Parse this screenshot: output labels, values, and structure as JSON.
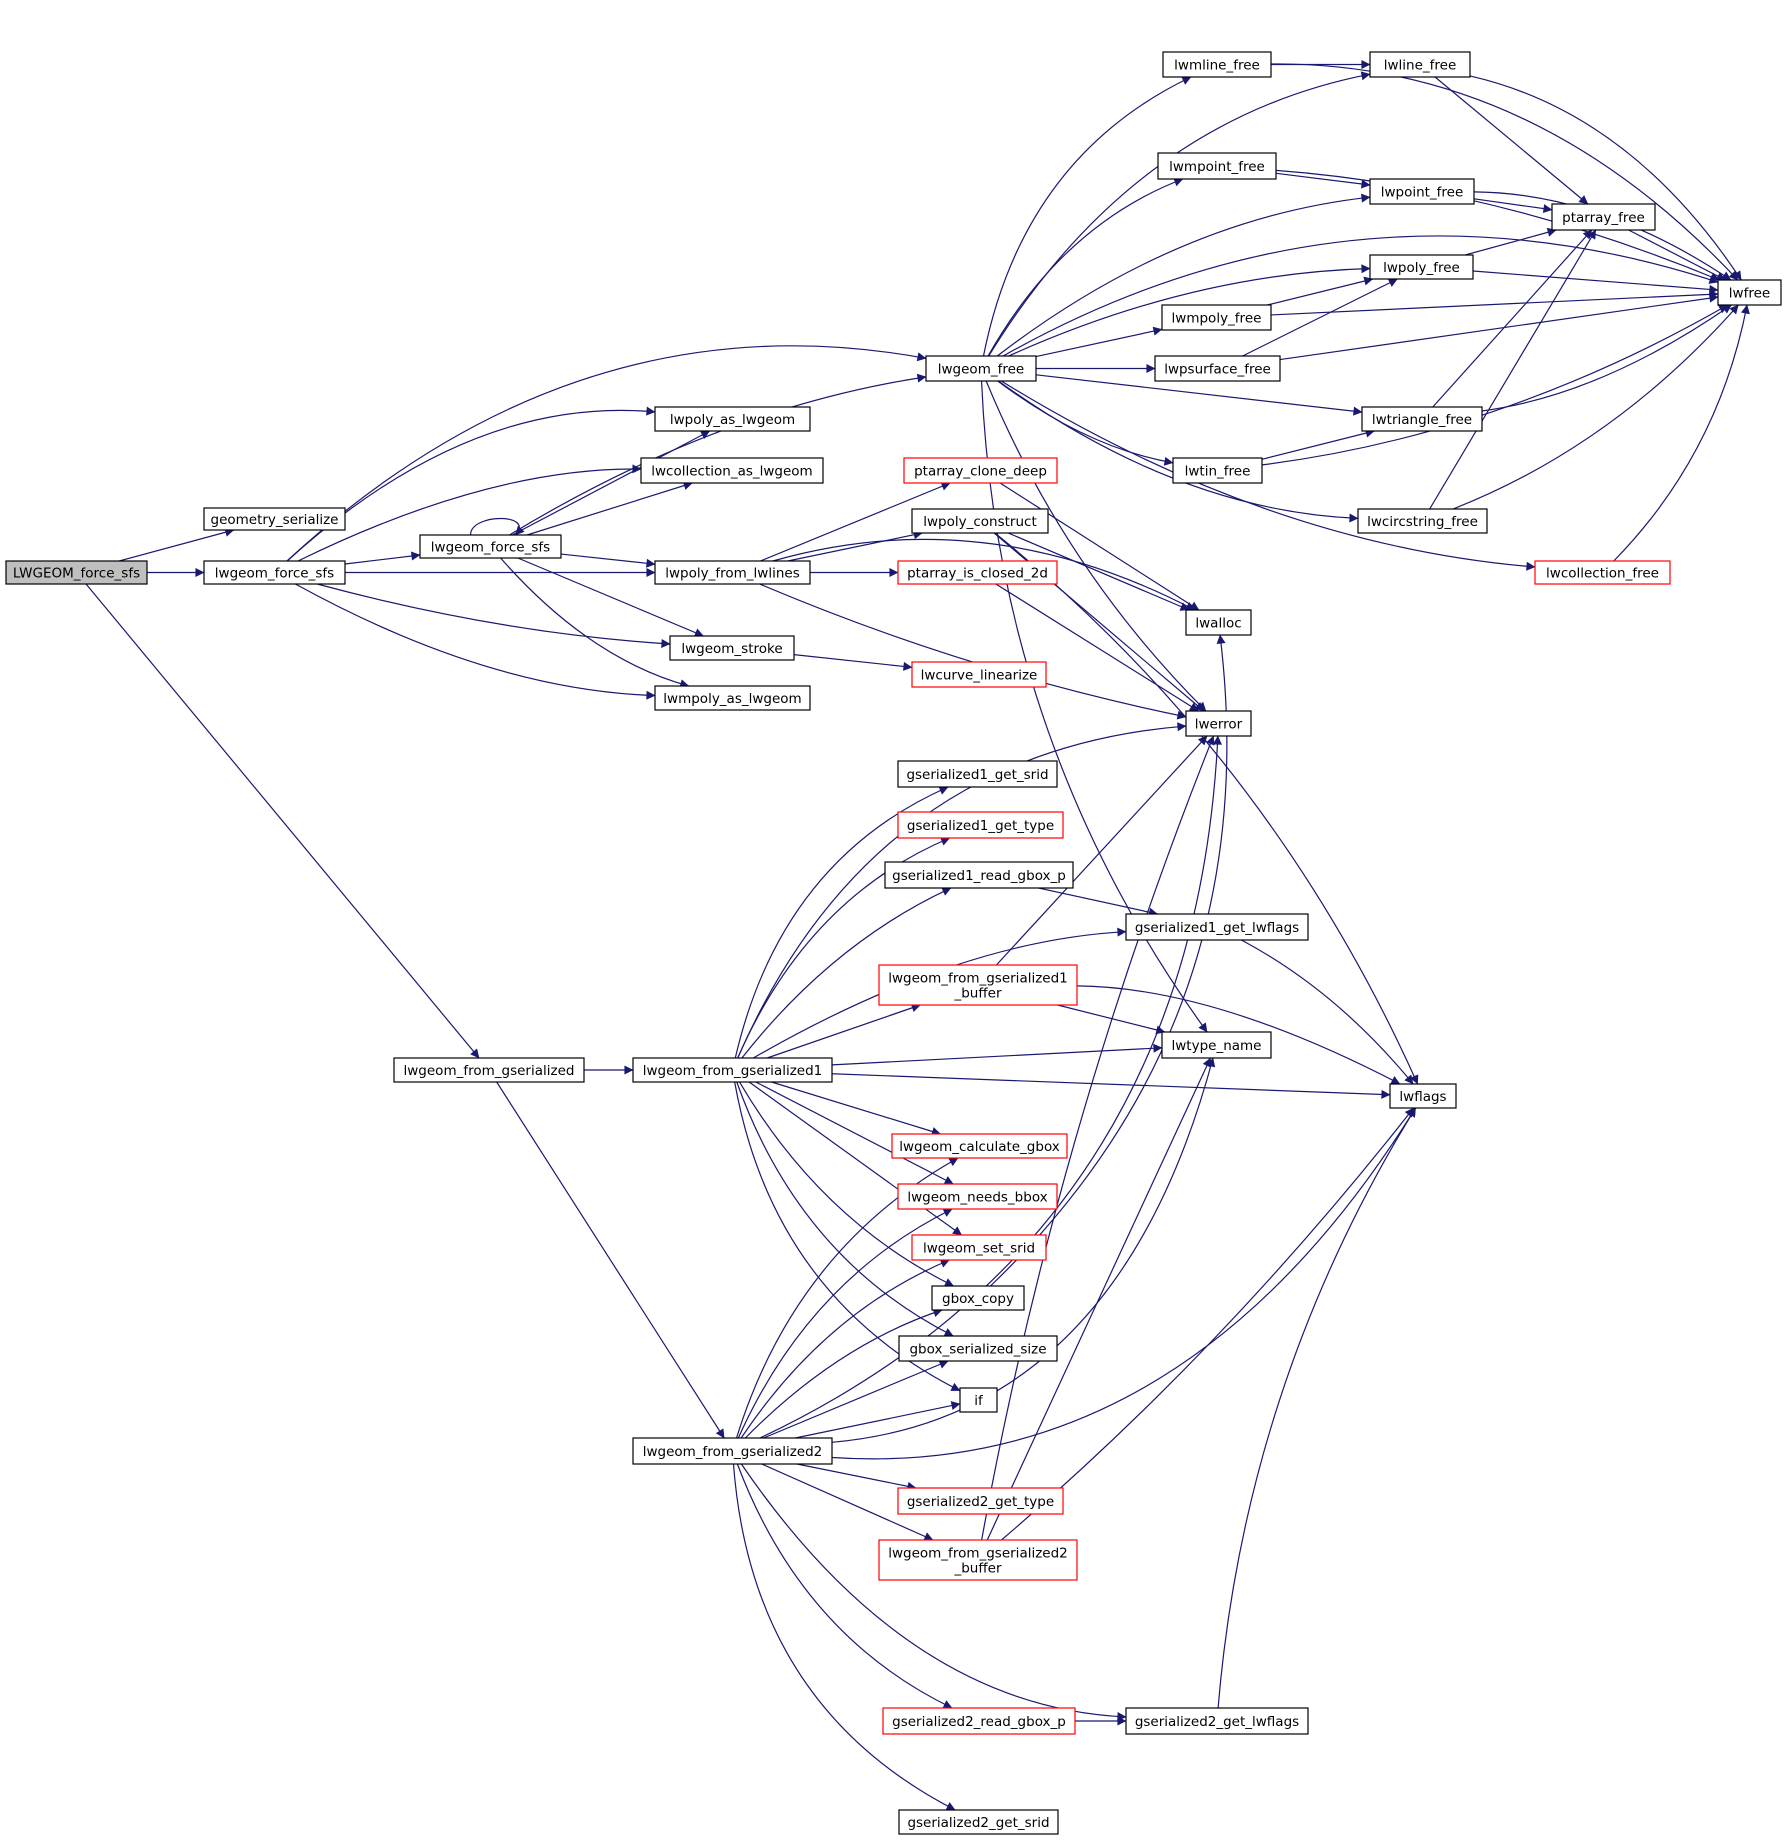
{
  "colors": {
    "edge": "#191970",
    "node_border_normal": "#000000",
    "node_border_truncated": "#ff0000",
    "node_fill_root": "#bfbfbf",
    "node_fill": "#ffffff"
  },
  "nodes": [
    {
      "id": "root",
      "label": "LWGEOM_force_sfs",
      "style": "root"
    },
    {
      "id": "geometry_serialize",
      "label": "geometry_serialize",
      "style": "normal"
    },
    {
      "id": "lwgeom_force_sfs_a",
      "label": "lwgeom_force_sfs",
      "style": "normal"
    },
    {
      "id": "lwgeom_from_gserialized",
      "label": "lwgeom_from_gserialized",
      "style": "normal"
    },
    {
      "id": "lwgeom_force_sfs_b",
      "label": "lwgeom_force_sfs",
      "style": "normal"
    },
    {
      "id": "lwpoly_as_lwgeom",
      "label": "lwpoly_as_lwgeom",
      "style": "normal"
    },
    {
      "id": "lwcollection_as_lwgeom",
      "label": "lwcollection_as_lwgeom",
      "style": "normal"
    },
    {
      "id": "lwpoly_from_lwlines",
      "label": "lwpoly_from_lwlines",
      "style": "normal"
    },
    {
      "id": "lwgeom_stroke",
      "label": "lwgeom_stroke",
      "style": "normal"
    },
    {
      "id": "lwmpoly_as_lwgeom",
      "label": "lwmpoly_as_lwgeom",
      "style": "normal"
    },
    {
      "id": "lwgeom_free",
      "label": "lwgeom_free",
      "style": "normal"
    },
    {
      "id": "ptarray_clone_deep",
      "label": "ptarray_clone_deep",
      "style": "truncated"
    },
    {
      "id": "lwpoly_construct",
      "label": "lwpoly_construct",
      "style": "normal"
    },
    {
      "id": "ptarray_is_closed_2d",
      "label": "ptarray_is_closed_2d",
      "style": "truncated"
    },
    {
      "id": "lwcurve_linearize",
      "label": "lwcurve_linearize",
      "style": "truncated"
    },
    {
      "id": "lwmline_free",
      "label": "lwmline_free",
      "style": "normal"
    },
    {
      "id": "lwmpoint_free",
      "label": "lwmpoint_free",
      "style": "normal"
    },
    {
      "id": "lwmpoly_free",
      "label": "lwmpoly_free",
      "style": "normal"
    },
    {
      "id": "lwpsurface_free",
      "label": "lwpsurface_free",
      "style": "normal"
    },
    {
      "id": "lwtin_free",
      "label": "lwtin_free",
      "style": "normal"
    },
    {
      "id": "lwalloc",
      "label": "lwalloc",
      "style": "normal"
    },
    {
      "id": "lwerror",
      "label": "lwerror",
      "style": "normal"
    },
    {
      "id": "lwline_free",
      "label": "lwline_free",
      "style": "normal"
    },
    {
      "id": "lwpoint_free",
      "label": "lwpoint_free",
      "style": "normal"
    },
    {
      "id": "lwpoly_free",
      "label": "lwpoly_free",
      "style": "normal"
    },
    {
      "id": "lwtriangle_free",
      "label": "lwtriangle_free",
      "style": "normal"
    },
    {
      "id": "lwcircstring_free",
      "label": "lwcircstring_free",
      "style": "normal"
    },
    {
      "id": "lwcollection_free",
      "label": "lwcollection_free",
      "style": "truncated"
    },
    {
      "id": "ptarray_free",
      "label": "ptarray_free",
      "style": "normal"
    },
    {
      "id": "lwfree",
      "label": "lwfree",
      "style": "normal"
    },
    {
      "id": "lwgeom_from_gserialized1",
      "label": "lwgeom_from_gserialized1",
      "style": "normal"
    },
    {
      "id": "lwgeom_from_gserialized2",
      "label": "lwgeom_from_gserialized2",
      "style": "normal"
    },
    {
      "id": "gserialized1_get_srid",
      "label": "gserialized1_get_srid",
      "style": "normal"
    },
    {
      "id": "gserialized1_get_type",
      "label": "gserialized1_get_type",
      "style": "truncated"
    },
    {
      "id": "gserialized1_read_gbox_p",
      "label": "gserialized1_read_gbox_p",
      "style": "normal"
    },
    {
      "id": "lwgeom_from_gserialized1_buffer",
      "label": "lwgeom_from_gserialized1\n_buffer",
      "style": "truncated"
    },
    {
      "id": "gserialized1_get_lwflags",
      "label": "gserialized1_get_lwflags",
      "style": "normal"
    },
    {
      "id": "lwtype_name",
      "label": "lwtype_name",
      "style": "normal"
    },
    {
      "id": "lwflags",
      "label": "lwflags",
      "style": "normal"
    },
    {
      "id": "lwgeom_calculate_gbox",
      "label": "lwgeom_calculate_gbox",
      "style": "truncated"
    },
    {
      "id": "lwgeom_needs_bbox",
      "label": "lwgeom_needs_bbox",
      "style": "truncated"
    },
    {
      "id": "lwgeom_set_srid",
      "label": "lwgeom_set_srid",
      "style": "truncated"
    },
    {
      "id": "gbox_copy",
      "label": "gbox_copy",
      "style": "normal"
    },
    {
      "id": "gbox_serialized_size",
      "label": "gbox_serialized_size",
      "style": "normal"
    },
    {
      "id": "if",
      "label": "if",
      "style": "normal"
    },
    {
      "id": "gserialized2_get_type",
      "label": "gserialized2_get_type",
      "style": "truncated"
    },
    {
      "id": "lwgeom_from_gserialized2_buffer",
      "label": "lwgeom_from_gserialized2\n_buffer",
      "style": "truncated"
    },
    {
      "id": "gserialized2_read_gbox_p",
      "label": "gserialized2_read_gbox_p",
      "style": "truncated"
    },
    {
      "id": "gserialized2_get_lwflags",
      "label": "gserialized2_get_lwflags",
      "style": "normal"
    },
    {
      "id": "gserialized2_get_srid",
      "label": "gserialized2_get_srid",
      "style": "normal"
    }
  ],
  "edges": [
    [
      "root",
      "geometry_serialize"
    ],
    [
      "root",
      "lwgeom_force_sfs_a"
    ],
    [
      "root",
      "lwgeom_from_gserialized"
    ],
    [
      "lwgeom_force_sfs_a",
      "lwgeom_free"
    ],
    [
      "lwgeom_force_sfs_a",
      "lwpoly_as_lwgeom"
    ],
    [
      "lwgeom_force_sfs_a",
      "lwcollection_as_lwgeom"
    ],
    [
      "lwgeom_force_sfs_a",
      "lwgeom_force_sfs_b"
    ],
    [
      "lwgeom_force_sfs_a",
      "lwpoly_from_lwlines"
    ],
    [
      "lwgeom_force_sfs_a",
      "lwgeom_stroke"
    ],
    [
      "lwgeom_force_sfs_a",
      "lwmpoly_as_lwgeom"
    ],
    [
      "lwgeom_force_sfs_b",
      "lwgeom_force_sfs_b"
    ],
    [
      "lwgeom_force_sfs_b",
      "lwpoly_as_lwgeom"
    ],
    [
      "lwgeom_force_sfs_b",
      "lwcollection_as_lwgeom"
    ],
    [
      "lwgeom_force_sfs_b",
      "lwgeom_free"
    ],
    [
      "lwgeom_force_sfs_b",
      "lwpoly_from_lwlines"
    ],
    [
      "lwgeom_force_sfs_b",
      "lwgeom_stroke"
    ],
    [
      "lwgeom_force_sfs_b",
      "lwmpoly_as_lwgeom"
    ],
    [
      "lwpoly_from_lwlines",
      "ptarray_clone_deep"
    ],
    [
      "lwpoly_from_lwlines",
      "lwpoly_construct"
    ],
    [
      "lwpoly_from_lwlines",
      "ptarray_is_closed_2d"
    ],
    [
      "lwpoly_from_lwlines",
      "lwerror"
    ],
    [
      "lwpoly_from_lwlines",
      "lwalloc"
    ],
    [
      "lwgeom_stroke",
      "lwcurve_linearize"
    ],
    [
      "ptarray_clone_deep",
      "lwalloc"
    ],
    [
      "lwpoly_construct",
      "lwalloc"
    ],
    [
      "lwpoly_construct",
      "lwerror"
    ],
    [
      "lwpoly_construct",
      "lwflags"
    ],
    [
      "ptarray_is_closed_2d",
      "lwerror"
    ],
    [
      "lwgeom_free",
      "lwmline_free"
    ],
    [
      "lwgeom_free",
      "lwline_free"
    ],
    [
      "lwgeom_free",
      "lwmpoint_free"
    ],
    [
      "lwgeom_free",
      "lwpoint_free"
    ],
    [
      "lwgeom_free",
      "lwpoly_free"
    ],
    [
      "lwgeom_free",
      "lwmpoly_free"
    ],
    [
      "lwgeom_free",
      "lwpsurface_free"
    ],
    [
      "lwgeom_free",
      "lwtriangle_free"
    ],
    [
      "lwgeom_free",
      "lwtin_free"
    ],
    [
      "lwgeom_free",
      "lwcircstring_free"
    ],
    [
      "lwgeom_free",
      "lwcollection_free"
    ],
    [
      "lwgeom_free",
      "lwfree"
    ],
    [
      "lwgeom_free",
      "lwerror"
    ],
    [
      "lwgeom_free",
      "lwtype_name"
    ],
    [
      "lwmline_free",
      "lwline_free"
    ],
    [
      "lwmline_free",
      "lwfree"
    ],
    [
      "lwline_free",
      "ptarray_free"
    ],
    [
      "lwline_free",
      "lwfree"
    ],
    [
      "lwmpoint_free",
      "lwpoint_free"
    ],
    [
      "lwmpoint_free",
      "lwfree"
    ],
    [
      "lwpoint_free",
      "ptarray_free"
    ],
    [
      "lwpoint_free",
      "lwfree"
    ],
    [
      "lwpoly_free",
      "ptarray_free"
    ],
    [
      "lwpoly_free",
      "lwfree"
    ],
    [
      "lwmpoly_free",
      "lwpoly_free"
    ],
    [
      "lwmpoly_free",
      "lwfree"
    ],
    [
      "lwpsurface_free",
      "lwpoly_free"
    ],
    [
      "lwpsurface_free",
      "lwfree"
    ],
    [
      "lwtriangle_free",
      "ptarray_free"
    ],
    [
      "lwtriangle_free",
      "lwfree"
    ],
    [
      "lwtin_free",
      "lwtriangle_free"
    ],
    [
      "lwtin_free",
      "lwfree"
    ],
    [
      "lwcircstring_free",
      "ptarray_free"
    ],
    [
      "lwcircstring_free",
      "lwfree"
    ],
    [
      "lwcollection_free",
      "lwfree"
    ],
    [
      "ptarray_free",
      "lwfree"
    ],
    [
      "lwgeom_from_gserialized",
      "lwgeom_from_gserialized1"
    ],
    [
      "lwgeom_from_gserialized",
      "lwgeom_from_gserialized2"
    ],
    [
      "lwgeom_from_gserialized1",
      "lwerror"
    ],
    [
      "lwgeom_from_gserialized1",
      "gserialized1_get_srid"
    ],
    [
      "lwgeom_from_gserialized1",
      "gserialized1_get_type"
    ],
    [
      "lwgeom_from_gserialized1",
      "gserialized1_read_gbox_p"
    ],
    [
      "lwgeom_from_gserialized1",
      "gserialized1_get_lwflags"
    ],
    [
      "lwgeom_from_gserialized1",
      "lwgeom_from_gserialized1_buffer"
    ],
    [
      "lwgeom_from_gserialized1",
      "lwtype_name"
    ],
    [
      "lwgeom_from_gserialized1",
      "lwflags"
    ],
    [
      "lwgeom_from_gserialized1",
      "lwgeom_calculate_gbox"
    ],
    [
      "lwgeom_from_gserialized1",
      "lwgeom_needs_bbox"
    ],
    [
      "lwgeom_from_gserialized1",
      "lwgeom_set_srid"
    ],
    [
      "lwgeom_from_gserialized1",
      "gbox_copy"
    ],
    [
      "lwgeom_from_gserialized1",
      "gbox_serialized_size"
    ],
    [
      "lwgeom_from_gserialized1",
      "if"
    ],
    [
      "gserialized1_read_gbox_p",
      "gserialized1_get_lwflags"
    ],
    [
      "gserialized1_get_lwflags",
      "lwflags"
    ],
    [
      "lwgeom_from_gserialized1_buffer",
      "lwerror"
    ],
    [
      "lwgeom_from_gserialized1_buffer",
      "lwtype_name"
    ],
    [
      "lwgeom_from_gserialized1_buffer",
      "lwflags"
    ],
    [
      "gbox_copy",
      "lwalloc"
    ],
    [
      "lwgeom_from_gserialized2",
      "lwgeom_calculate_gbox"
    ],
    [
      "lwgeom_from_gserialized2",
      "lwgeom_needs_bbox"
    ],
    [
      "lwgeom_from_gserialized2",
      "lwgeom_set_srid"
    ],
    [
      "lwgeom_from_gserialized2",
      "gbox_copy"
    ],
    [
      "lwgeom_from_gserialized2",
      "gbox_serialized_size"
    ],
    [
      "lwgeom_from_gserialized2",
      "if"
    ],
    [
      "lwgeom_from_gserialized2",
      "lwerror"
    ],
    [
      "lwgeom_from_gserialized2",
      "gserialized2_get_type"
    ],
    [
      "lwgeom_from_gserialized2",
      "lwgeom_from_gserialized2_buffer"
    ],
    [
      "lwgeom_from_gserialized2",
      "lwtype_name"
    ],
    [
      "lwgeom_from_gserialized2",
      "lwflags"
    ],
    [
      "lwgeom_from_gserialized2",
      "gserialized2_read_gbox_p"
    ],
    [
      "lwgeom_from_gserialized2",
      "gserialized2_get_lwflags"
    ],
    [
      "lwgeom_from_gserialized2",
      "gserialized2_get_srid"
    ],
    [
      "lwgeom_from_gserialized2_buffer",
      "lwerror"
    ],
    [
      "lwgeom_from_gserialized2_buffer",
      "lwtype_name"
    ],
    [
      "lwgeom_from_gserialized2_buffer",
      "lwflags"
    ],
    [
      "gserialized2_read_gbox_p",
      "gserialized2_get_lwflags"
    ],
    [
      "gserialized2_get_lwflags",
      "lwflags"
    ]
  ]
}
